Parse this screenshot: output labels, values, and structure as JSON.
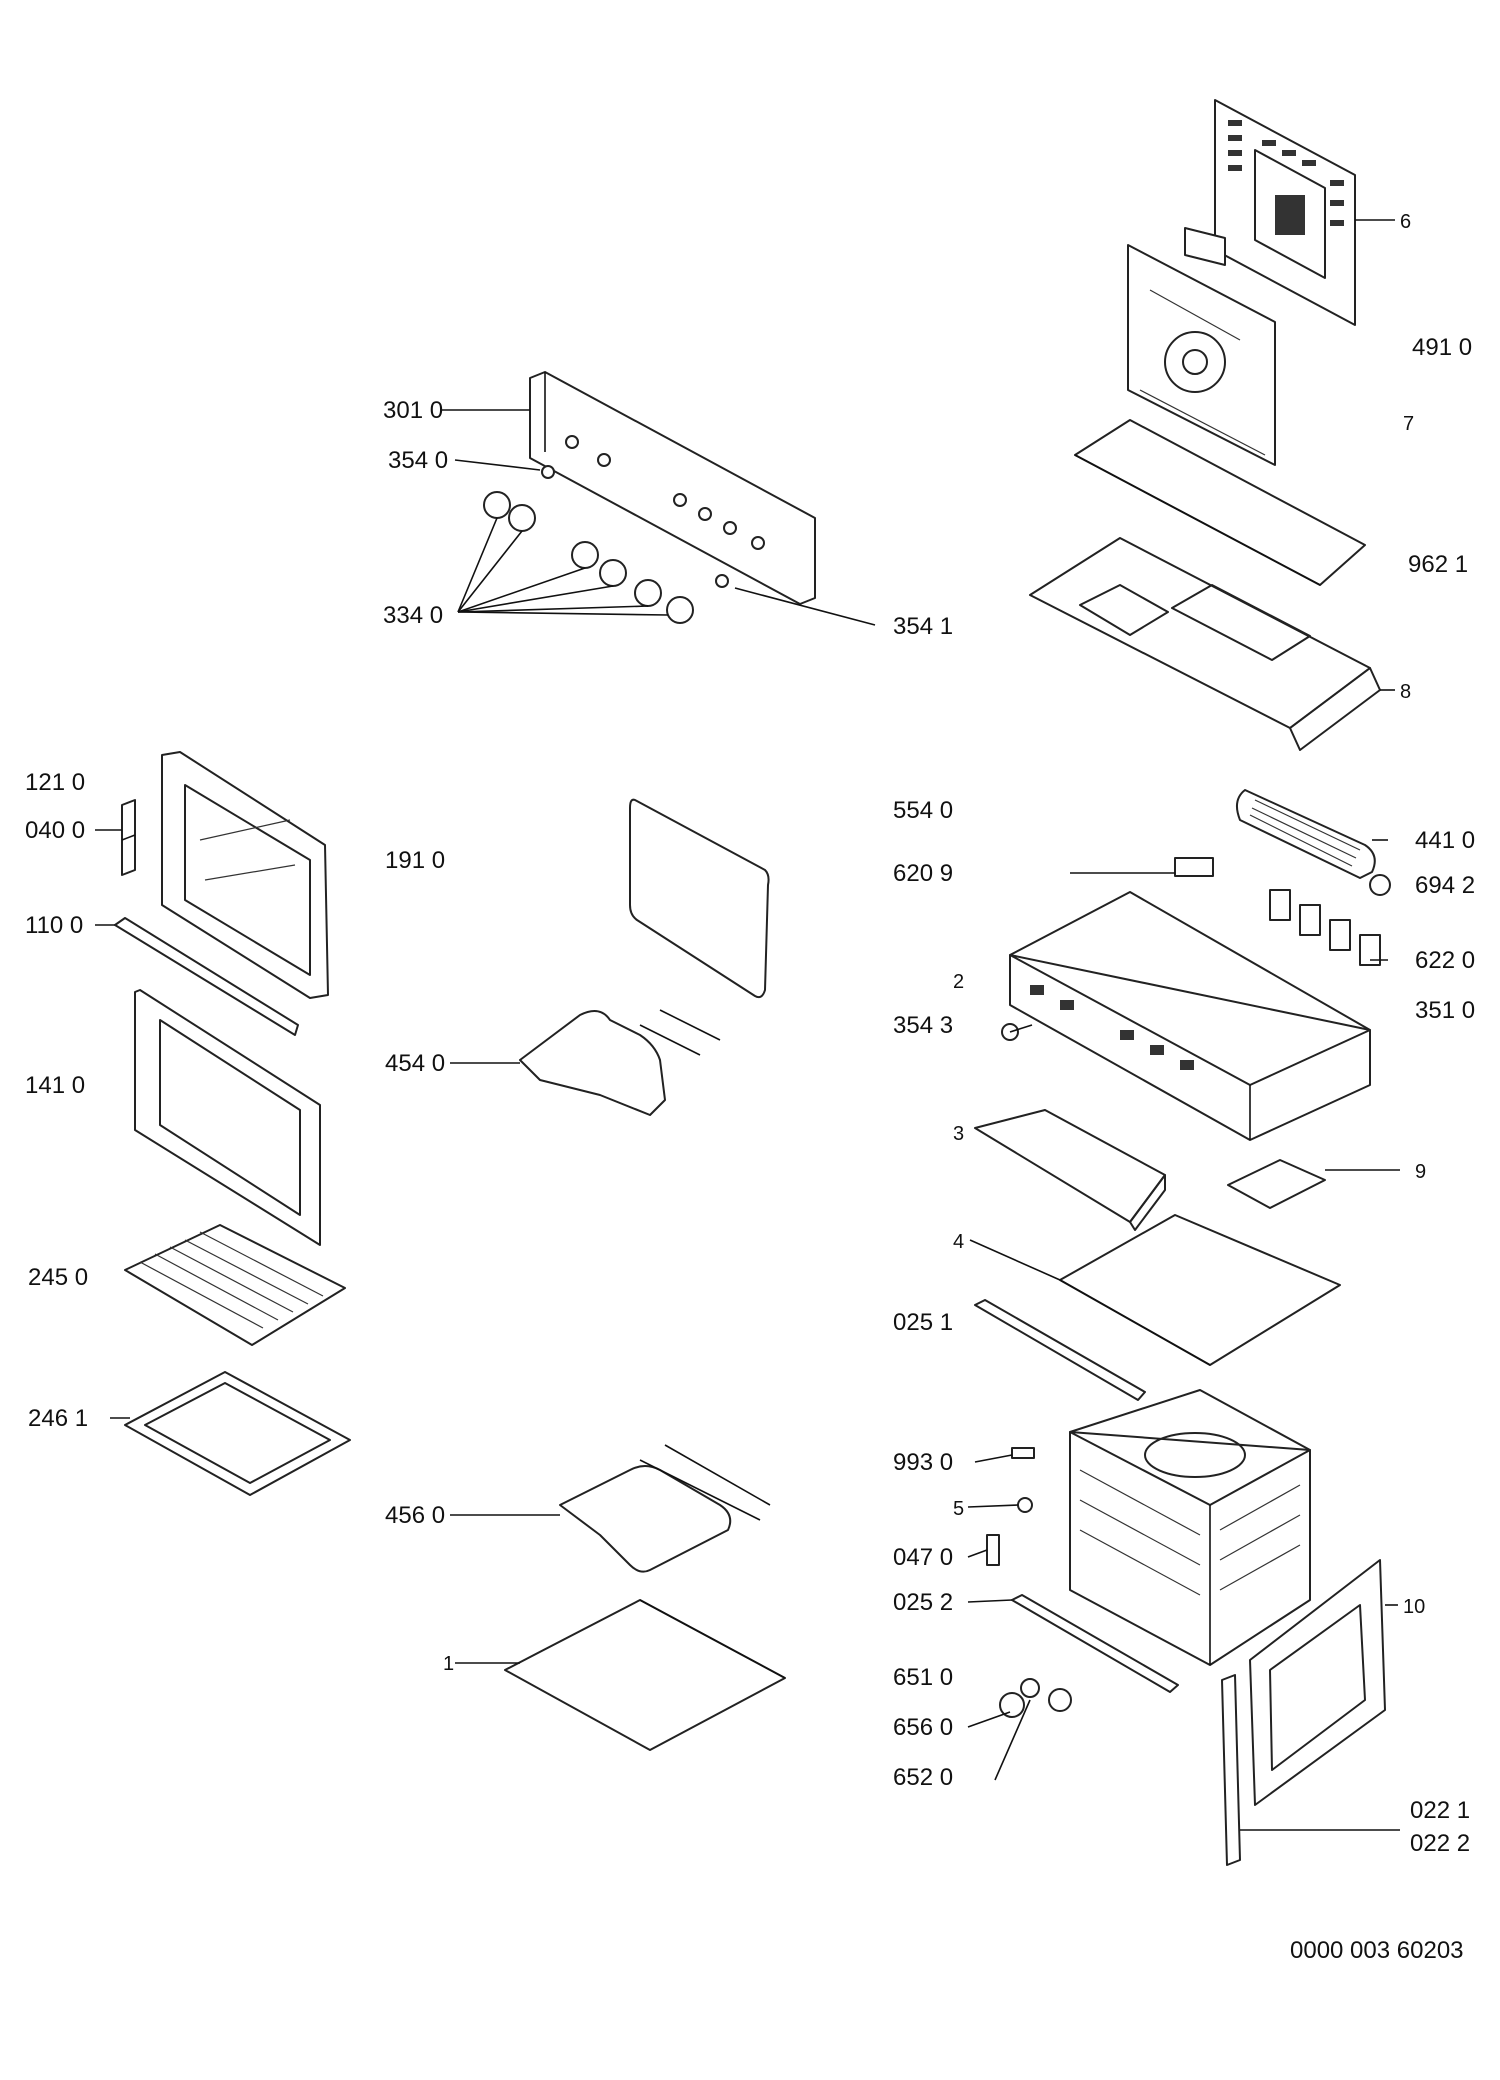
{
  "diagram": {
    "doc_code": "0000 003 60203",
    "labels": {
      "l_301_0": "301 0",
      "l_354_0": "354 0",
      "l_334_0": "334 0",
      "l_354_1": "354 1",
      "l_6": "6",
      "l_491_0": "491 0",
      "l_7": "7",
      "l_962_1": "962 1",
      "l_8": "8",
      "l_121_0": "121 0",
      "l_040_0": "040 0",
      "l_110_0": "110 0",
      "l_141_0": "141 0",
      "l_245_0": "245 0",
      "l_246_1": "246 1",
      "l_191_0": "191 0",
      "l_454_0": "454 0",
      "l_456_0": "456 0",
      "l_1": "1",
      "l_554_0": "554 0",
      "l_620_9": "620 9",
      "l_441_0": "441 0",
      "l_694_2": "694 2",
      "l_622_0": "622 0",
      "l_2": "2",
      "l_351_0": "351 0",
      "l_354_3": "354 3",
      "l_3": "3",
      "l_9": "9",
      "l_4": "4",
      "l_025_1": "025 1",
      "l_993_0": "993 0",
      "l_5": "5",
      "l_047_0": "047 0",
      "l_025_2": "025 2",
      "l_10": "10",
      "l_651_0": "651 0",
      "l_656_0": "656 0",
      "l_652_0": "652 0",
      "l_022_1": "022 1",
      "l_022_2": "022 2"
    }
  }
}
